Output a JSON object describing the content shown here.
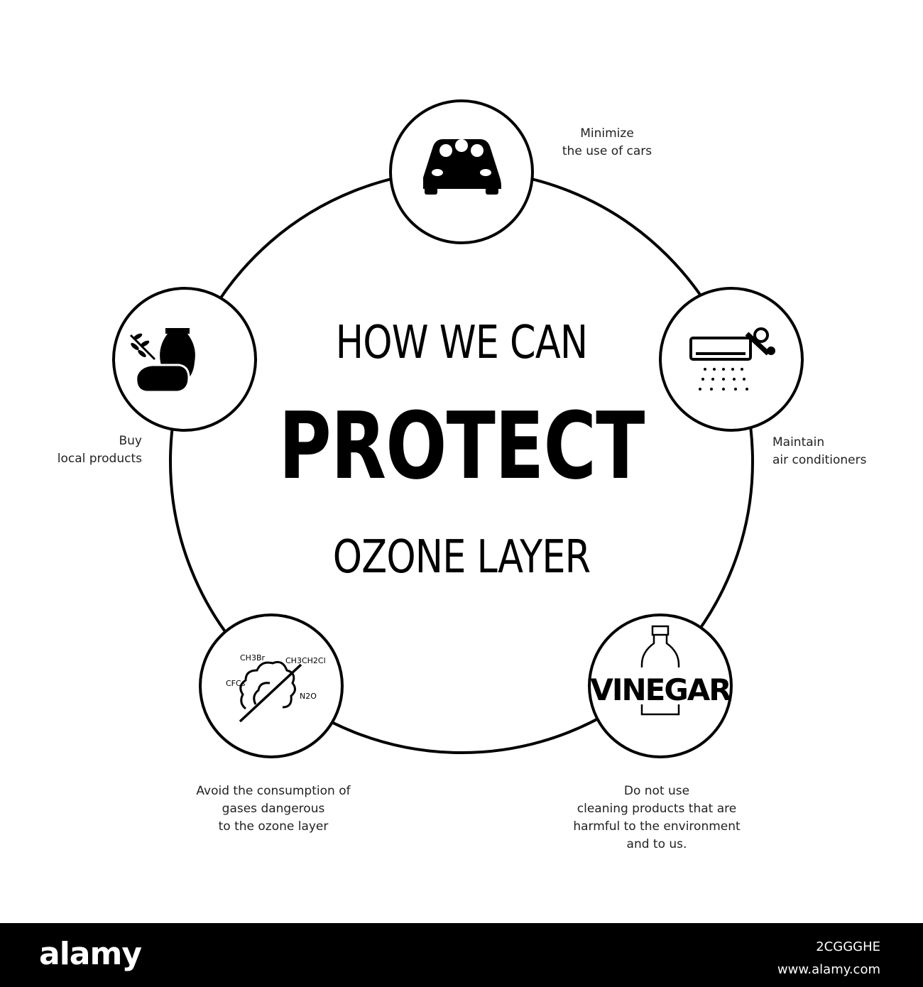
{
  "title": {
    "line1": "HOW WE CAN",
    "line2": "PROTECT",
    "line3": "OZONE LAYER"
  },
  "items": [
    {
      "id": "cars",
      "icon": "car-icon",
      "caption": "Minimize\nthe use of cars"
    },
    {
      "id": "ac",
      "icon": "air-conditioner-wrench-icon",
      "caption": "Maintain\nair conditioners"
    },
    {
      "id": "vinegar",
      "icon": "vinegar-bottle-icon",
      "label": "VINEGAR",
      "caption": "Do not use\ncleaning products that are\nharmful to the environment\nand to us."
    },
    {
      "id": "gases",
      "icon": "no-gases-icon",
      "formulas": [
        "CH3Br",
        "CH3CH2Cl",
        "CFCs",
        "N2O"
      ],
      "caption": "Avoid the consumption of\ngases dangerous\nto the ozone layer"
    },
    {
      "id": "local",
      "icon": "local-products-icon",
      "caption": "Buy\nlocal products"
    }
  ],
  "footer": {
    "logo": "alamy",
    "image_id": "2CGGGHE",
    "url": "www.alamy.com"
  },
  "colors": {
    "stroke": "#000000",
    "background": "#ffffff",
    "footer": "#000000"
  }
}
